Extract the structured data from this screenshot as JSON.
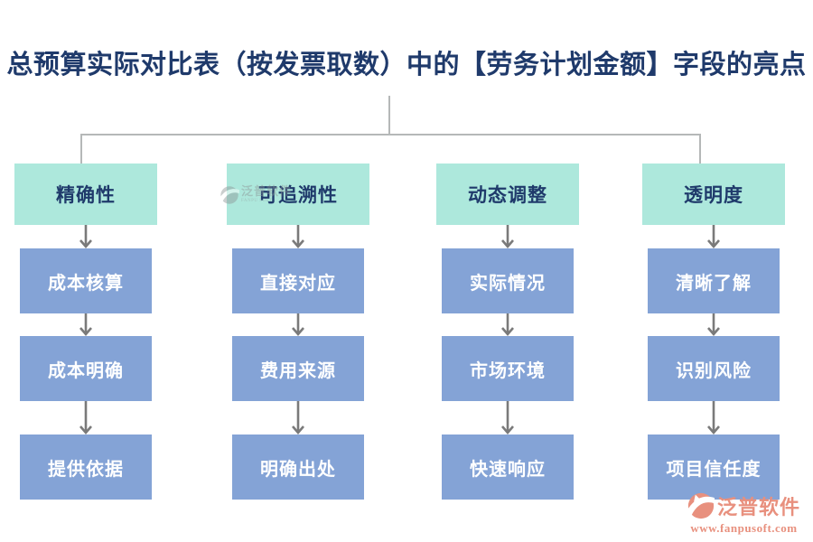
{
  "title": "总预算实际对比表（按发票取数）中的【劳务计划金额】字段的亮点",
  "columns": [
    {
      "header": "精确性",
      "items": [
        "成本核算",
        "成本明确",
        "提供依据"
      ]
    },
    {
      "header": "可追溯性",
      "items": [
        "直接对应",
        "费用来源",
        "明确出处"
      ]
    },
    {
      "header": "动态调整",
      "items": [
        "实际情况",
        "市场环境",
        "快速响应"
      ]
    },
    {
      "header": "透明度",
      "items": [
        "清晰了解",
        "识别风险",
        "项目信任度"
      ]
    }
  ],
  "watermark": {
    "name": "泛普软件",
    "subtext": "FANPU SOFT"
  },
  "footer_logo": {
    "name": "泛普软件",
    "url": "www.fanpusoft.com"
  },
  "colors": {
    "header_box": "#ade8dc",
    "item_box": "#84a3d6",
    "title_text": "#1f3a6b",
    "item_text": "#ffffff",
    "connector_line": "#b5b8b8",
    "arrow": "#7a7a7a",
    "brand": "#e8907e"
  }
}
